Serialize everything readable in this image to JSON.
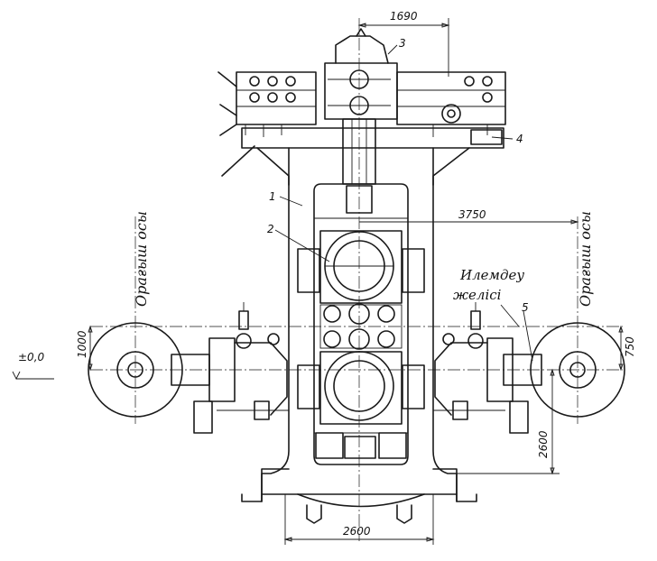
{
  "dimensions": {
    "top_width": "1690",
    "right_span": "3750",
    "left_height": "1000",
    "right_height": "750",
    "right_lower": "2600",
    "bottom_width": "2600",
    "level": "±0,0"
  },
  "callouts": {
    "frame": "1",
    "roll": "2",
    "top_mechanism": "3",
    "platform": "4",
    "roller": "5"
  },
  "handwritten": {
    "left_axis": "Орағыш осы",
    "right_axis": "Орағыш осы",
    "line_label_1": "Илемдеу",
    "line_label_2": "желісі"
  }
}
